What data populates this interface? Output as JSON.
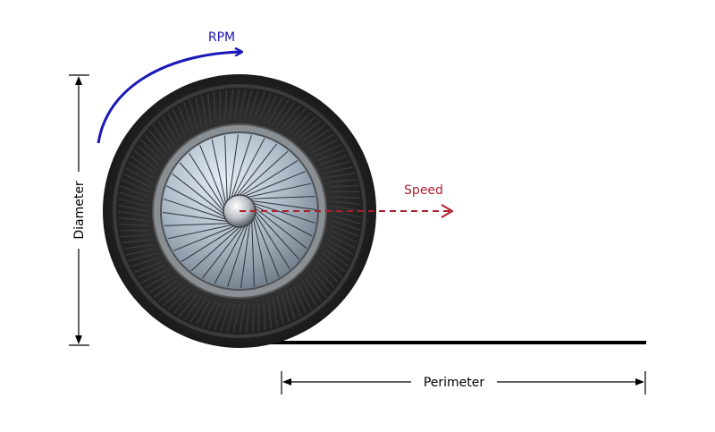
{
  "labels": {
    "rpm": "RPM",
    "speed": "Speed",
    "diameter": "Diameter",
    "perimeter": "Perimeter"
  },
  "colors": {
    "rpm_arrow": "#1a17b8",
    "speed_arrow": "#b01e2e",
    "tire": "#262626",
    "ground": "#000000",
    "dimension_lines": "#000000"
  }
}
